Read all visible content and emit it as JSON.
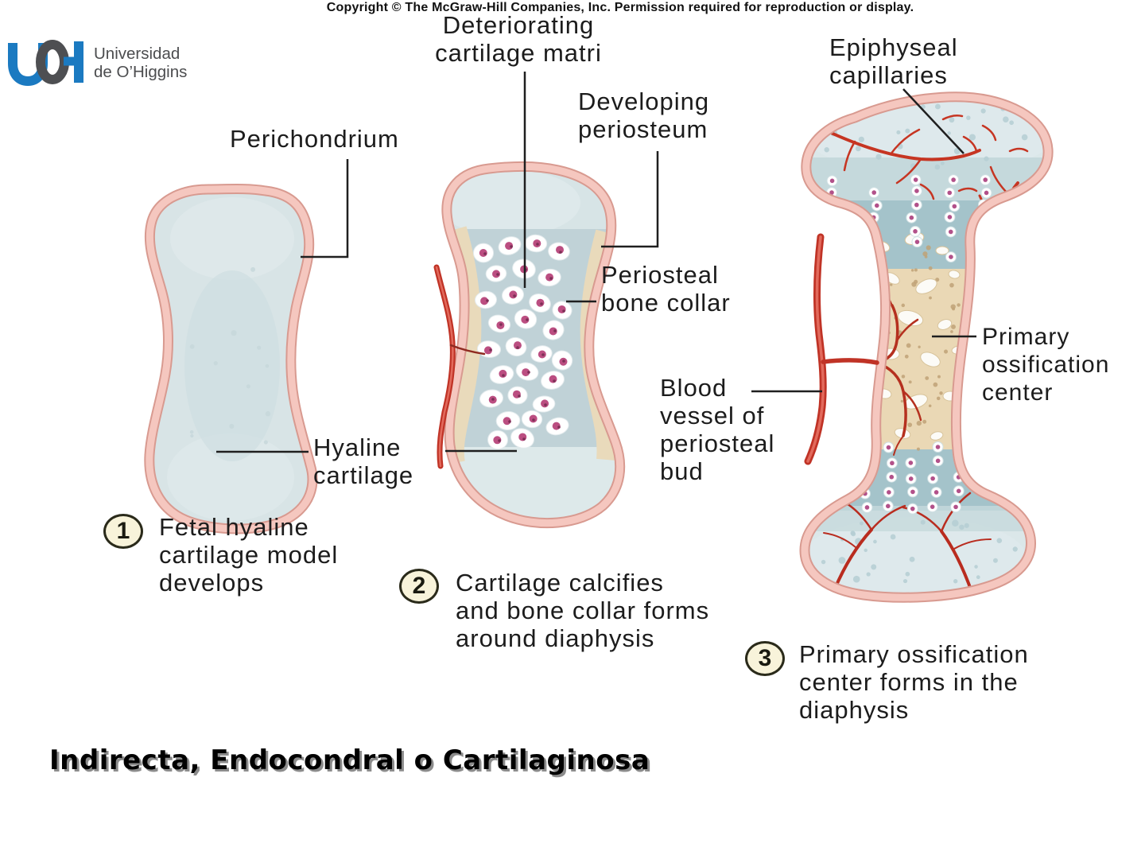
{
  "slide": {
    "copyright": "Copyright © The McGraw-Hill Companies, Inc. Permission required for reproduction or display.",
    "title": "Indirecta, Endocondral o Cartilaginosa"
  },
  "logo": {
    "mark": "UOH",
    "name_line1": "Universidad",
    "name_line2": "de O’Higgins",
    "blue": "#1b7ac1",
    "gray": "#4e4f52"
  },
  "figure": {
    "labels": {
      "deteriorating_cartilage": "Deteriorating\ncartilage matri",
      "developing_periosteum": "Developing\nperiosteum",
      "perichondrium": "Perichondrium",
      "epiphyseal_capillaries": "Epiphyseal\ncapillaries",
      "periosteal_bone_collar": "Periosteal\nbone collar",
      "blood_vessel_periosteal_bud": "Blood\nvessel of\nperiosteal\nbud",
      "primary_ossification_center": "Primary\nossification\ncenter",
      "hyaline_cartilage": "Hyaline\ncartilage"
    },
    "steps": [
      {
        "number": "1",
        "text": "Fetal hyaline\ncartilage model\ndevelops"
      },
      {
        "number": "2",
        "text": "Cartilage calcifies\nand bone collar forms\naround diaphysis"
      },
      {
        "number": "3",
        "text": "Primary ossification\ncenter forms in the\ndiaphysis"
      }
    ]
  },
  "colors": {
    "cartilage": "#d8e4e6",
    "calcified_cartilage": "#a4c3ca",
    "perichondrium_pink": "#f5c7bf",
    "bone_collar_tan": "#e9dabb",
    "blood_vessel_red": "#c03326",
    "step_badge_fill": "#f8f3da"
  }
}
